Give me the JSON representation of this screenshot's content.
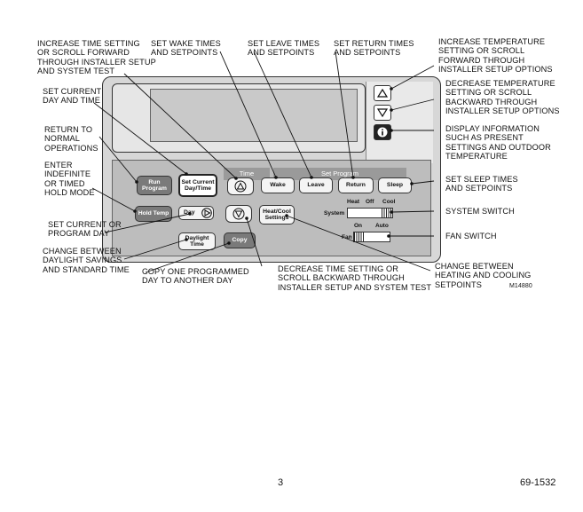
{
  "device": {
    "run_program": "Run\nProgram",
    "set_current_daytime": "Set Current\nDay/Time",
    "hold_temp": "Hold Temp",
    "day": "Day",
    "daylight_time": "Daylight\nTime",
    "copy": "Copy",
    "heat_cool_settings": "Heat/Cool\nSettings",
    "time_header": "Time",
    "set_program_header": "Set Program",
    "wake": "Wake",
    "leave": "Leave",
    "return": "Return",
    "sleep": "Sleep",
    "system_label": "System",
    "heat": "Heat",
    "off": "Off",
    "cool": "Cool",
    "fan_label": "Fan",
    "on": "On",
    "auto": "Auto"
  },
  "callouts": {
    "increase_time": "INCREASE TIME SETTING\nOR SCROLL FORWARD\nTHROUGH INSTALLER SETUP\nAND SYSTEM TEST",
    "set_wake": "SET WAKE TIMES\nAND SETPOINTS",
    "set_leave": "SET LEAVE TIMES\nAND SETPOINTS",
    "set_return": "SET RETURN TIMES\nAND SETPOINTS",
    "increase_temp": "INCREASE TEMPERATURE\nSETTING OR SCROLL\nFORWARD THROUGH\nINSTALLER SETUP OPTIONS",
    "set_current_day": "SET CURRENT\nDAY AND TIME",
    "decrease_temp": "DECREASE TEMPERATURE\nSETTING OR SCROLL\nBACKWARD THROUGH\nINSTALLER SETUP OPTIONS",
    "return_normal": "RETURN TO\nNORMAL\nOPERATIONS",
    "display_info": "DISPLAY INFORMATION\nSUCH AS PRESENT\nSETTINGS AND OUTDOOR\nTEMPERATURE",
    "enter_hold": "ENTER\nINDEFINITE\nOR TIMED\nHOLD MODE",
    "set_sleep": "SET SLEEP TIMES\nAND SETPOINTS",
    "system_switch": "SYSTEM SWITCH",
    "set_program_day": "SET CURRENT OR\nPROGRAM DAY",
    "fan_switch": "FAN SWITCH",
    "daylight_change": "CHANGE BETWEEN\nDAYLIGHT SAVINGS\nAND STANDARD TIME",
    "copy_day": "COPY ONE PROGRAMMED\nDAY TO ANOTHER DAY",
    "decrease_time": "DECREASE TIME SETTING OR\nSCROLL BACKWARD THROUGH\nINSTALLER SETUP AND SYSTEM TEST",
    "change_heat_cool": "CHANGE BETWEEN\nHEATING AND COOLING\nSETPOINTS",
    "figure_id": "M14880"
  },
  "footer": {
    "page_number": "3",
    "doc_number": "69-1532"
  }
}
